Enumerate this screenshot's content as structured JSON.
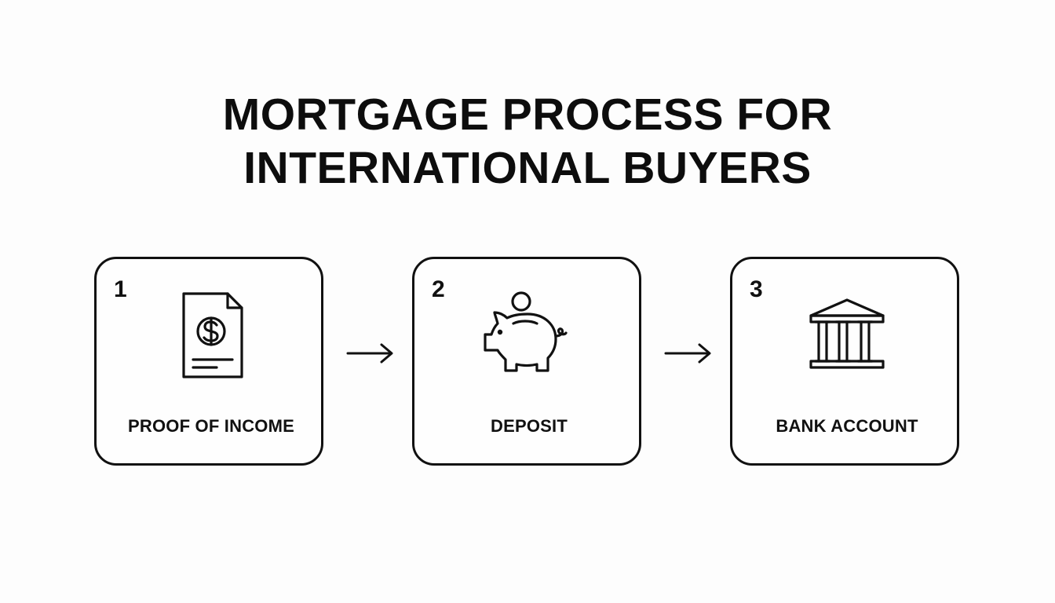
{
  "title": {
    "line1": "MORTGAGE PROCESS FOR",
    "line2": "INTERNATIONAL BUYERS"
  },
  "steps": [
    {
      "number": "1",
      "label": "PROOF OF INCOME",
      "icon": "document-dollar-icon"
    },
    {
      "number": "2",
      "label": "DEPOSIT",
      "icon": "piggy-bank-icon"
    },
    {
      "number": "3",
      "label": "BANK ACCOUNT",
      "icon": "bank-building-icon"
    }
  ],
  "connectors": [
    "arrow-right-icon",
    "arrow-right-icon"
  ],
  "colors": {
    "background": "#fdfdfd",
    "stroke": "#111111"
  }
}
